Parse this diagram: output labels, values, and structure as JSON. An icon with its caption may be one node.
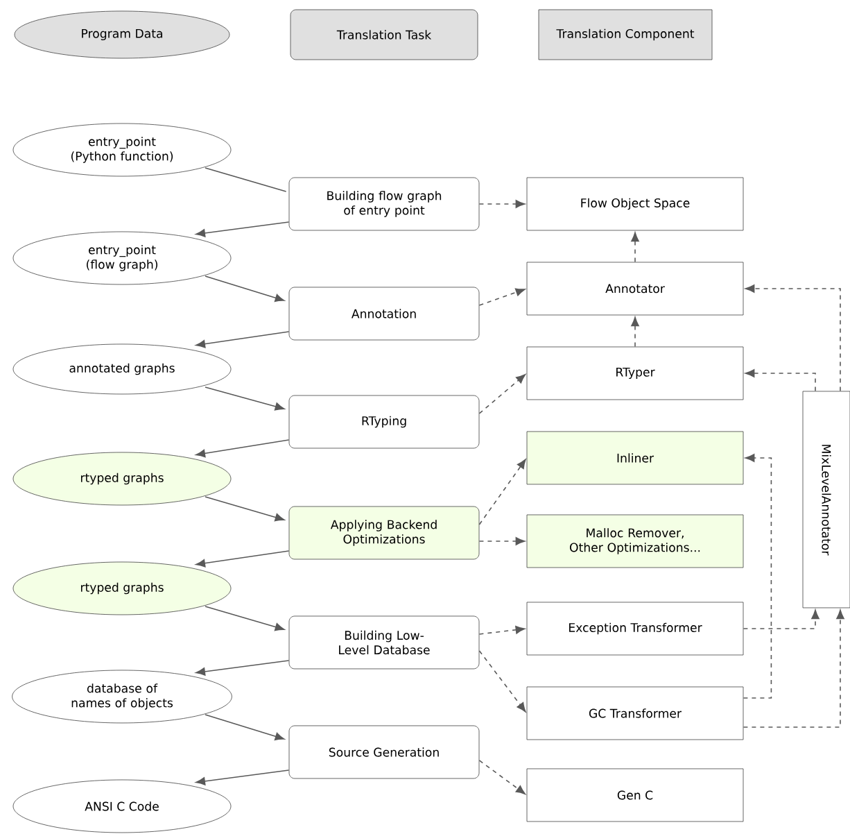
{
  "diagram": {
    "nodes": [
      {
        "text": [
          "Program Data"
        ]
      },
      {
        "text": [
          "Translation Task"
        ]
      },
      {
        "text": [
          "Translation Component"
        ]
      },
      {
        "text": [
          "entry_point (Python function)"
        ]
      },
      {
        "text": [
          "Building flow graph of entry point"
        ]
      },
      {
        "text": [
          "Flow Object Space"
        ]
      },
      {
        "text": [
          "entry_point (flow graph)"
        ]
      },
      {
        "text": [
          "Annotation"
        ]
      },
      {
        "text": [
          "Annotator"
        ]
      },
      {
        "text": [
          "annotated graphs"
        ]
      },
      {
        "text": [
          "RTyping"
        ]
      },
      {
        "text": [
          "RTyper"
        ]
      },
      {
        "text": [
          "rtyped graphs"
        ]
      },
      {
        "text": [
          "Applying Backend Optimizations"
        ]
      },
      {
        "text": [
          "Inliner"
        ]
      },
      {
        "text": [
          "Malloc Remover, Other Optimizations..."
        ]
      },
      {
        "text": [
          "MixLevelAnnotator"
        ]
      },
      {
        "text": [
          "rtyped graphs"
        ]
      },
      {
        "text": [
          "Building Low-Level Database"
        ]
      },
      {
        "text": [
          "Exception Transformer"
        ]
      },
      {
        "text": [
          "database of names of objects"
        ]
      },
      {
        "text": [
          "GC Transformer"
        ]
      },
      {
        "text": [
          "Source Generation"
        ]
      },
      {
        "text": [
          "ANSI C Code"
        ]
      },
      {
        "text": [
          "Gen C"
        ]
      }
    ],
    "edges": [
      {
        "from": 3,
        "to": 4,
        "arrow": "none"
      },
      {
        "from": 4,
        "to": 6,
        "arrow": "to"
      },
      {
        "from": 4,
        "to": 5,
        "arrow": "to",
        "style": "dashed"
      },
      {
        "from": 6,
        "to": 7,
        "arrow": "to"
      },
      {
        "from": 7,
        "to": 9,
        "arrow": "to"
      },
      {
        "from": 7,
        "to": 8,
        "arrow": "to",
        "style": "dashed"
      },
      {
        "from": 8,
        "to": 5,
        "arrow": "to",
        "style": "dashed"
      },
      {
        "from": 11,
        "to": 8,
        "arrow": "to",
        "style": "dashed"
      },
      {
        "from": 16,
        "to": 8,
        "arrow": "to",
        "style": "dashed"
      },
      {
        "from": 9,
        "to": 10,
        "arrow": "to"
      },
      {
        "from": 10,
        "to": 12,
        "arrow": "to"
      },
      {
        "from": 10,
        "to": 11,
        "arrow": "to",
        "style": "dashed"
      },
      {
        "from": 16,
        "to": 11,
        "arrow": "to",
        "style": "dashed"
      },
      {
        "from": 12,
        "to": 13,
        "arrow": "to"
      },
      {
        "from": 13,
        "to": 17,
        "arrow": "to"
      },
      {
        "from": 13,
        "to": 14,
        "arrow": "to",
        "style": "dashed"
      },
      {
        "from": 13,
        "to": 15,
        "arrow": "to",
        "style": "dashed"
      },
      {
        "from": 21,
        "to": 14,
        "arrow": "to",
        "style": "dashed"
      },
      {
        "from": 17,
        "to": 18,
        "arrow": "to"
      },
      {
        "from": 18,
        "to": 20,
        "arrow": "to"
      },
      {
        "from": 18,
        "to": 19,
        "arrow": "to",
        "style": "dashed"
      },
      {
        "from": 18,
        "to": 21,
        "arrow": "to",
        "style": "dashed"
      },
      {
        "from": 19,
        "to": 16,
        "arrow": "to",
        "style": "dashed"
      },
      {
        "from": 21,
        "to": 16,
        "arrow": "to",
        "style": "dashed"
      },
      {
        "from": 20,
        "to": 22,
        "arrow": "to"
      },
      {
        "from": 22,
        "to": 23,
        "arrow": "to"
      },
      {
        "from": 22,
        "to": 24,
        "arrow": "to",
        "style": "dashed"
      }
    ]
  }
}
